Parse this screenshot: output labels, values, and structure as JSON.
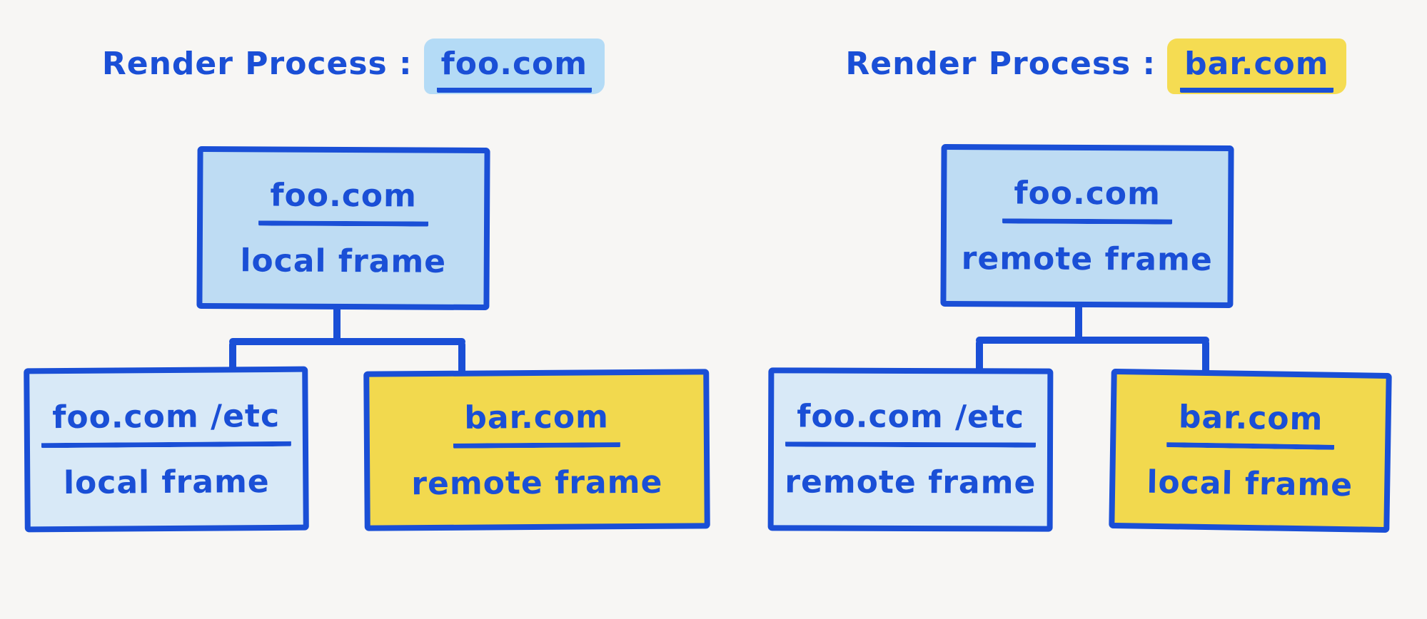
{
  "colors": {
    "background": "#f7f6f4",
    "ink": "#1a4fd6",
    "box_blue": "#bedcf3",
    "box_blue_light": "#d8e9f7",
    "box_yellow": "#f2d94e",
    "highlight_blue": "#b4dbf6",
    "highlight_yellow": "#f5dc52"
  },
  "trees": [
    {
      "title": {
        "prefix": "Render Process :",
        "process": "foo.com"
      },
      "root": {
        "domain": "foo.com",
        "frame_type": "local frame"
      },
      "children": [
        {
          "domain": "foo.com /etc",
          "frame_type": "local frame"
        },
        {
          "domain": "bar.com",
          "frame_type": "remote frame"
        }
      ]
    },
    {
      "title": {
        "prefix": "Render Process :",
        "process": "bar.com"
      },
      "root": {
        "domain": "foo.com",
        "frame_type": "remote frame"
      },
      "children": [
        {
          "domain": "foo.com /etc",
          "frame_type": "remote frame"
        },
        {
          "domain": "bar.com",
          "frame_type": "local frame"
        }
      ]
    }
  ]
}
